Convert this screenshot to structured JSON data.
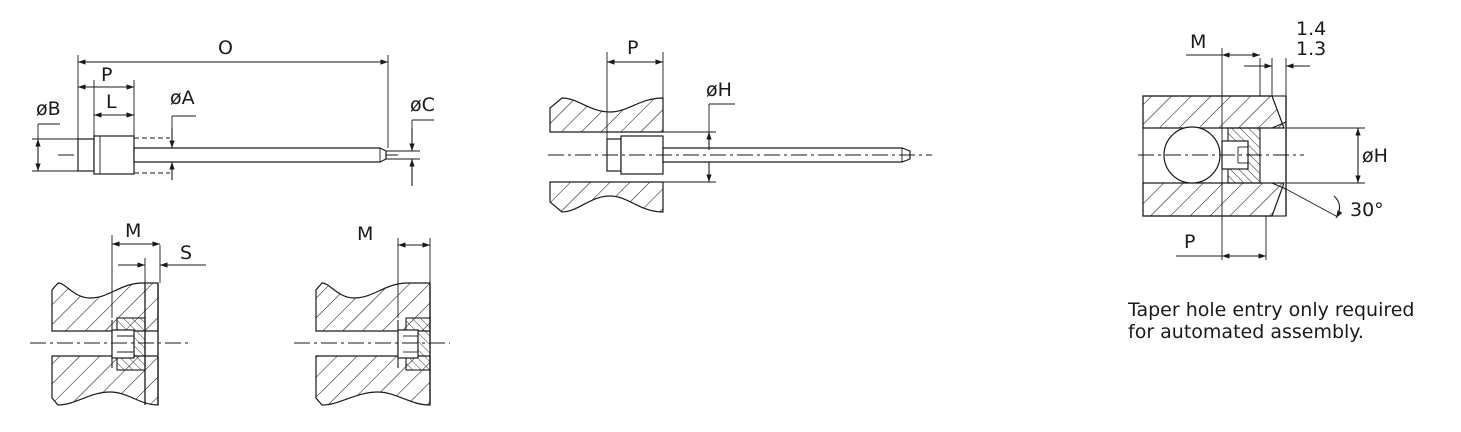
{
  "views": {
    "pin": {
      "dims": {
        "O": "O",
        "P": "P",
        "L": "L",
        "A": "øA",
        "B": "øB",
        "C": "øC"
      }
    },
    "installed_flush": {
      "dims": {
        "M": "M",
        "S": "S"
      }
    },
    "installed_recessed": {
      "dims": {
        "M": "M"
      }
    },
    "installed_pin": {
      "dims": {
        "P": "P",
        "H": "øH"
      }
    },
    "taper_entry": {
      "dims": {
        "M": "M",
        "d1": "1.4",
        "d2": "1.3",
        "H": "øH",
        "angle": "30°",
        "P": "P"
      }
    }
  },
  "note": {
    "line1": "Taper hole entry only required",
    "line2": "for automated assembly."
  }
}
